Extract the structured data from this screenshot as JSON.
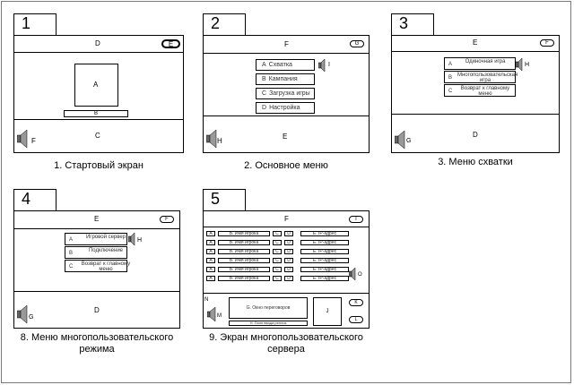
{
  "panels": {
    "p1": {
      "tab": "1",
      "top_label": "D",
      "top_pill": "E",
      "box": "A",
      "bar": "B",
      "bottom_label": "C",
      "speaker": "F",
      "caption": "1. Стартовый экран"
    },
    "p2": {
      "tab": "2",
      "top_label": "F",
      "top_pill": "G",
      "buttons": [
        {
          "key": "A",
          "text": "Схватка"
        },
        {
          "key": "B",
          "text": "Кампания"
        },
        {
          "key": "C",
          "text": "Загрузка игры"
        },
        {
          "key": "D",
          "text": "Настройка"
        }
      ],
      "button_speaker": "I",
      "bottom_label": "E",
      "speaker": "H",
      "caption": "2. Основное меню"
    },
    "p3": {
      "tab": "3",
      "top_label": "E",
      "top_pill": "F",
      "buttons": [
        {
          "key": "A",
          "text": "Одиночная игра"
        },
        {
          "key": "B",
          "text": "Многопользовательская игра"
        },
        {
          "key": "C",
          "text": "Возврат к главному меню"
        }
      ],
      "button_speaker": "H",
      "bottom_label": "D",
      "speaker": "G",
      "caption": "3. Меню схватки"
    },
    "p4": {
      "tab": "4",
      "top_label": "E",
      "top_pill": "F",
      "buttons": [
        {
          "key": "A",
          "text": "Игровой сервер"
        },
        {
          "key": "B",
          "text": "Подключение"
        },
        {
          "key": "C",
          "text": "Возврат к главному меню"
        }
      ],
      "button_speaker": "H",
      "bottom_label": "D",
      "speaker": "G",
      "caption": "8. Меню многопользовательского режима"
    },
    "p5": {
      "tab": "5",
      "top_label": "F",
      "top_pill": "I",
      "rows": [
        {
          "a": "A",
          "b": "B. Имя игрока",
          "c": "C",
          "d": "D",
          "e": "E. IP-адрес"
        },
        {
          "a": "A",
          "b": "B. Имя игрока",
          "c": "C",
          "d": "D",
          "e": "E. IP-адрес"
        },
        {
          "a": "A",
          "b": "B. Имя игрока",
          "c": "C",
          "d": "D",
          "e": "E. IP-адрес"
        },
        {
          "a": "A",
          "b": "B. Имя игрока",
          "c": "C",
          "d": "D",
          "e": "E. IP-адрес"
        },
        {
          "a": "A",
          "b": "B. Имя игрока",
          "c": "C",
          "d": "D",
          "e": "E. IP-адрес"
        },
        {
          "a": "A",
          "b": "B. Имя игрока",
          "c": "C",
          "d": "D",
          "e": "E. IP-адрес"
        }
      ],
      "rows_speaker": "O",
      "corner_label": "N",
      "speaker": "M",
      "chat_window": "G. Окно переговоров",
      "chat_input": "H. Поле ввода реплик",
      "side_box": "J",
      "pill_k": "K",
      "pill_l": "L",
      "caption": "9. Экран многопользовательского сервера"
    }
  }
}
